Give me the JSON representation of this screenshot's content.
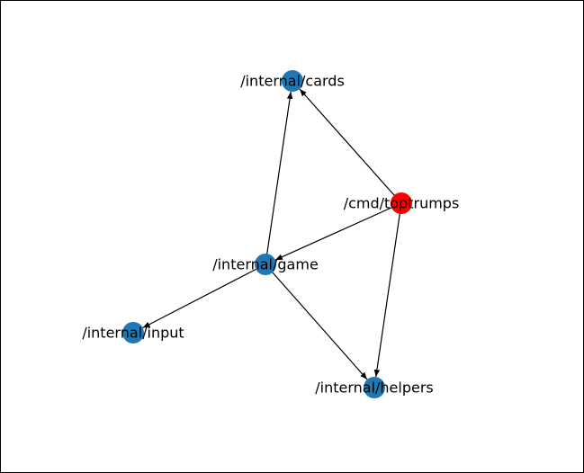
{
  "graph": {
    "node_default_color": "#1f77b4",
    "node_highlight_color": "#ff0000",
    "edge_color": "#000000",
    "frame_color": "#000000",
    "background_color": "#ffffff",
    "nodes": [
      {
        "id": "cards",
        "label": "/internal/cards",
        "color": "#1f77b4"
      },
      {
        "id": "toptrumps",
        "label": "/cmd/toptrumps",
        "color": "#ff0000"
      },
      {
        "id": "game",
        "label": "/internal/game",
        "color": "#1f77b4"
      },
      {
        "id": "input",
        "label": "/internal/input",
        "color": "#1f77b4"
      },
      {
        "id": "helpers",
        "label": "/internal/helpers",
        "color": "#1f77b4"
      }
    ],
    "edges": [
      {
        "from": "toptrumps",
        "to": "cards"
      },
      {
        "from": "toptrumps",
        "to": "game"
      },
      {
        "from": "toptrumps",
        "to": "helpers"
      },
      {
        "from": "game",
        "to": "cards"
      },
      {
        "from": "game",
        "to": "input"
      },
      {
        "from": "game",
        "to": "helpers"
      }
    ]
  }
}
